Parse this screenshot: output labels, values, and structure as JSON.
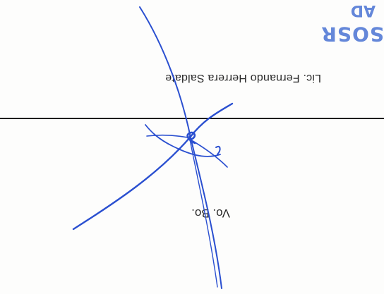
{
  "approval_label": "Vo. Bo.",
  "signer_name": "Lic. Fernando Herrera Saldate",
  "stamp_text": "SOSR",
  "stamp_text_2": "AD",
  "colors": {
    "ink": "#2a4fd0",
    "stamp": "#4a73d4",
    "text": "#2a2a2a"
  }
}
